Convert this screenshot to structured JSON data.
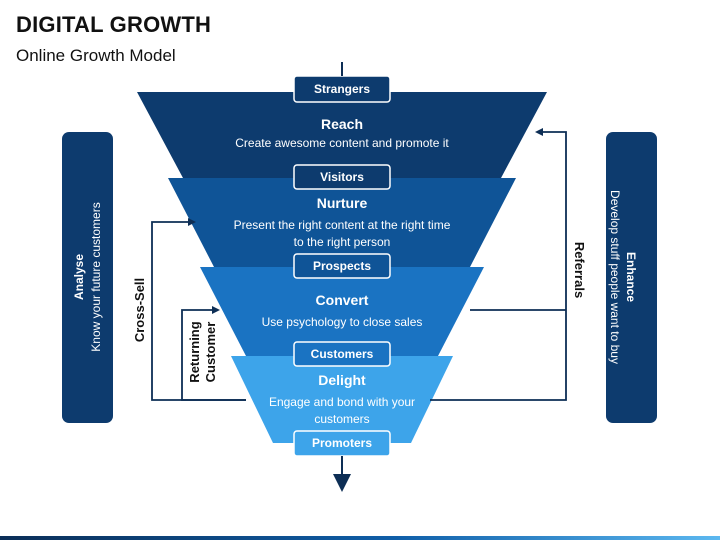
{
  "header": {
    "title": "DIGITAL GROWTH",
    "subtitle": "Online Growth Model"
  },
  "funnel": {
    "stages": [
      {
        "name": "Reach",
        "desc_lines": [
          "Create awesome content and promote it"
        ],
        "color": "#0d3b6e"
      },
      {
        "name": "Nurture",
        "desc_lines": [
          "Present the right content at the right time",
          "to the right person"
        ],
        "color": "#0f5497"
      },
      {
        "name": "Convert",
        "desc_lines": [
          "Use psychology to close sales"
        ],
        "color": "#1a73c2"
      },
      {
        "name": "Delight",
        "desc_lines": [
          "Engage and bond with your",
          "customers"
        ],
        "color": "#3da4ea"
      }
    ],
    "tags": [
      {
        "label": "Strangers",
        "color": "#0d3b6e"
      },
      {
        "label": "Visitors",
        "color": "#0d3b6e"
      },
      {
        "label": "Prospects",
        "color": "#0f5497"
      },
      {
        "label": "Customers",
        "color": "#1a73c2"
      },
      {
        "label": "Promoters",
        "color": "#3da4ea"
      }
    ]
  },
  "sidebars": {
    "left": {
      "title": "Analyse",
      "body": "Know your future customers"
    },
    "right": {
      "title": "Enhance",
      "body": "Develop stuff people want to buy"
    }
  },
  "flows": {
    "cross_sell": "Cross-Sell",
    "returning_customer_lines": [
      "Returning",
      "Customer"
    ],
    "referrals": "Referrals"
  },
  "colors": {
    "dark_navy": "#0d3b6e",
    "arrow": "#0d2e55"
  }
}
